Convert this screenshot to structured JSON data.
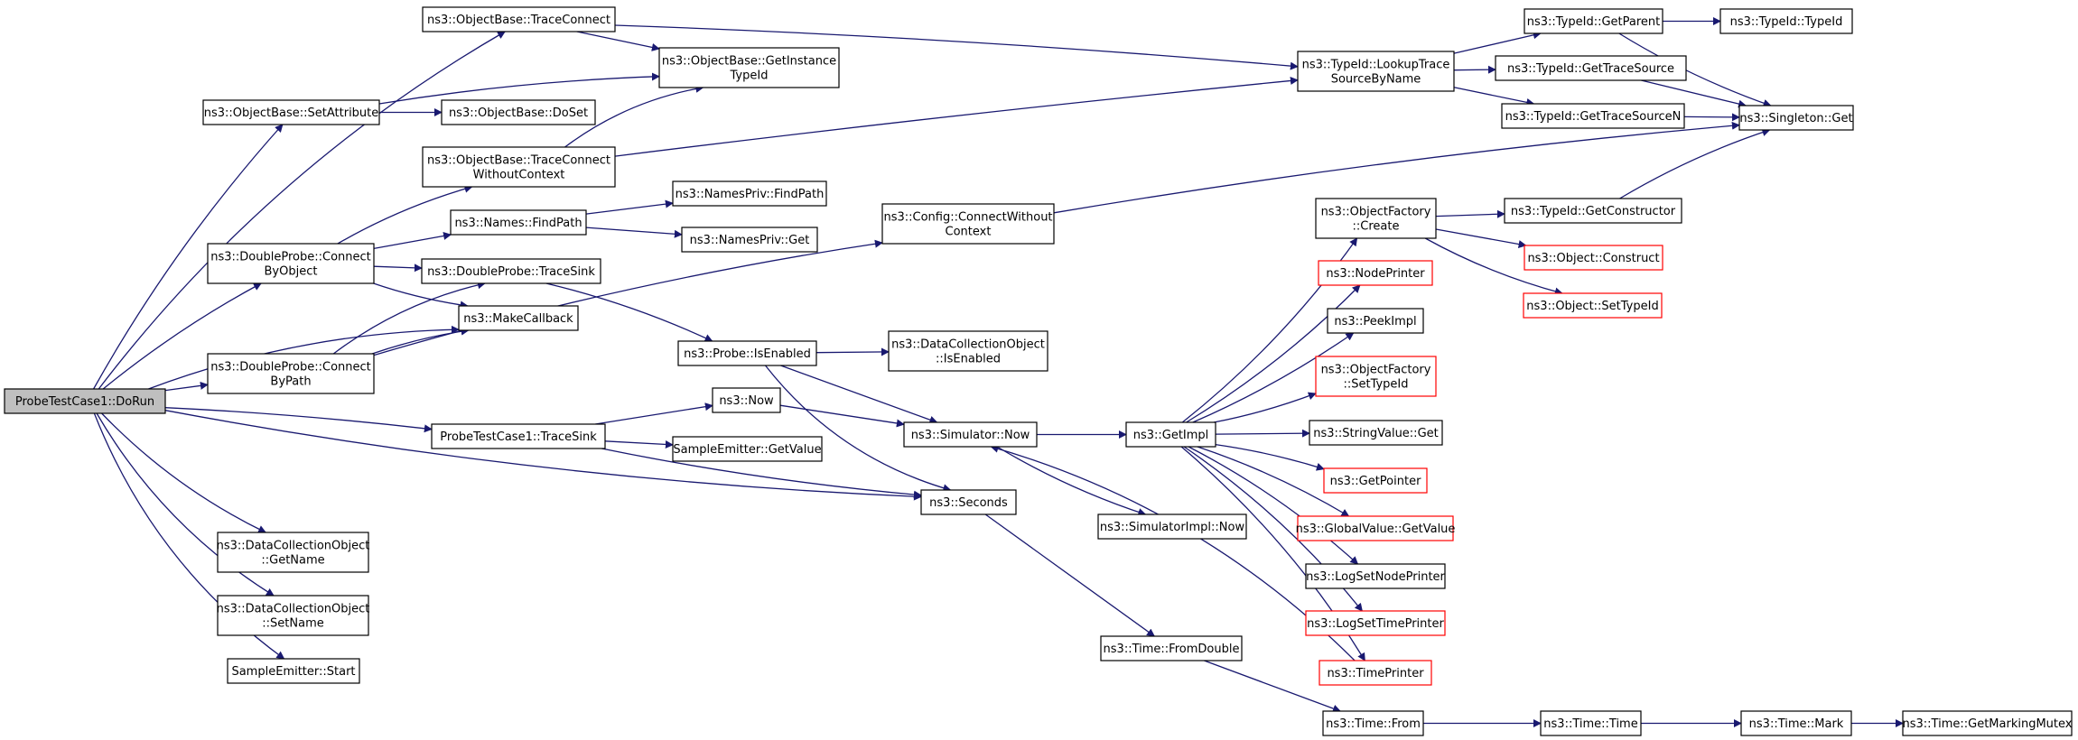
{
  "colors": {
    "edge": "#191970",
    "node_border": "#000000",
    "node_border_truncated": "#ff0000",
    "root_fill": "#bfbfbf",
    "node_fill": "#ffffff",
    "text": "#000000"
  },
  "nodes": [
    {
      "id": "root",
      "lines": [
        "ProbeTestCase1::DoRun"
      ],
      "style": "root"
    },
    {
      "id": "ob_traceconnect",
      "lines": [
        "ns3::ObjectBase::TraceConnect"
      ],
      "style": "normal"
    },
    {
      "id": "ob_getinstancetypeid",
      "lines": [
        "ns3::ObjectBase::GetInstance",
        "TypeId"
      ],
      "style": "normal"
    },
    {
      "id": "ob_setattribute",
      "lines": [
        "ns3::ObjectBase::SetAttribute"
      ],
      "style": "normal"
    },
    {
      "id": "ob_doset",
      "lines": [
        "ns3::ObjectBase::DoSet"
      ],
      "style": "normal"
    },
    {
      "id": "ob_traceconnect_wc",
      "lines": [
        "ns3::ObjectBase::TraceConnect",
        "WithoutContext"
      ],
      "style": "normal"
    },
    {
      "id": "dp_connect_byobject",
      "lines": [
        "ns3::DoubleProbe::Connect",
        "ByObject"
      ],
      "style": "normal"
    },
    {
      "id": "names_findpath",
      "lines": [
        "ns3::Names::FindPath"
      ],
      "style": "normal"
    },
    {
      "id": "namespriv_findpath",
      "lines": [
        "ns3::NamesPriv::FindPath"
      ],
      "style": "normal"
    },
    {
      "id": "namespriv_get",
      "lines": [
        "ns3::NamesPriv::Get"
      ],
      "style": "normal"
    },
    {
      "id": "dp_tracesink",
      "lines": [
        "ns3::DoubleProbe::TraceSink"
      ],
      "style": "normal"
    },
    {
      "id": "makecallback",
      "lines": [
        "ns3::MakeCallback"
      ],
      "style": "normal"
    },
    {
      "id": "dp_connect_bypath",
      "lines": [
        "ns3::DoubleProbe::Connect",
        "ByPath"
      ],
      "style": "normal"
    },
    {
      "id": "config_connect_wc",
      "lines": [
        "ns3::Config::ConnectWithout",
        "Context"
      ],
      "style": "normal"
    },
    {
      "id": "probe_isenabled",
      "lines": [
        "ns3::Probe::IsEnabled"
      ],
      "style": "normal"
    },
    {
      "id": "dco_isenabled",
      "lines": [
        "ns3::DataCollectionObject",
        "::IsEnabled"
      ],
      "style": "normal"
    },
    {
      "id": "ns3_now",
      "lines": [
        "ns3::Now"
      ],
      "style": "normal"
    },
    {
      "id": "ptc_tracesink",
      "lines": [
        "ProbeTestCase1::TraceSink"
      ],
      "style": "normal"
    },
    {
      "id": "se_getvalue",
      "lines": [
        "SampleEmitter::GetValue"
      ],
      "style": "normal"
    },
    {
      "id": "sim_now",
      "lines": [
        "ns3::Simulator::Now"
      ],
      "style": "normal"
    },
    {
      "id": "seconds",
      "lines": [
        "ns3::Seconds"
      ],
      "style": "normal"
    },
    {
      "id": "dco_getname",
      "lines": [
        "ns3::DataCollectionObject",
        "::GetName"
      ],
      "style": "normal"
    },
    {
      "id": "dco_setname",
      "lines": [
        "ns3::DataCollectionObject",
        "::SetName"
      ],
      "style": "normal"
    },
    {
      "id": "se_start",
      "lines": [
        "SampleEmitter::Start"
      ],
      "style": "normal"
    },
    {
      "id": "simimpl_now",
      "lines": [
        "ns3::SimulatorImpl::Now"
      ],
      "style": "normal"
    },
    {
      "id": "time_fromdouble",
      "lines": [
        "ns3::Time::FromDouble"
      ],
      "style": "normal"
    },
    {
      "id": "time_from",
      "lines": [
        "ns3::Time::From"
      ],
      "style": "normal"
    },
    {
      "id": "time_time",
      "lines": [
        "ns3::Time::Time"
      ],
      "style": "normal"
    },
    {
      "id": "time_mark",
      "lines": [
        "ns3::Time::Mark"
      ],
      "style": "normal"
    },
    {
      "id": "time_getmarkingmutex",
      "lines": [
        "ns3::Time::GetMarkingMutex"
      ],
      "style": "normal"
    },
    {
      "id": "getimpl",
      "lines": [
        "ns3::GetImpl"
      ],
      "style": "normal"
    },
    {
      "id": "of_create",
      "lines": [
        "ns3::ObjectFactory",
        "::Create"
      ],
      "style": "normal"
    },
    {
      "id": "nodeprinter",
      "lines": [
        "ns3::NodePrinter"
      ],
      "style": "truncated"
    },
    {
      "id": "peekimpl",
      "lines": [
        "ns3::PeekImpl"
      ],
      "style": "normal"
    },
    {
      "id": "of_settypeid",
      "lines": [
        "ns3::ObjectFactory",
        "::SetTypeId"
      ],
      "style": "truncated"
    },
    {
      "id": "stringvalue_get",
      "lines": [
        "ns3::StringValue::Get"
      ],
      "style": "normal"
    },
    {
      "id": "getpointer",
      "lines": [
        "ns3::GetPointer"
      ],
      "style": "truncated"
    },
    {
      "id": "globalvalue_getvalue",
      "lines": [
        "ns3::GlobalValue::GetValue"
      ],
      "style": "truncated"
    },
    {
      "id": "logsetnodeprinter",
      "lines": [
        "ns3::LogSetNodePrinter"
      ],
      "style": "normal"
    },
    {
      "id": "logsettimeprinter",
      "lines": [
        "ns3::LogSetTimePrinter"
      ],
      "style": "truncated"
    },
    {
      "id": "timeprinter",
      "lines": [
        "ns3::TimePrinter"
      ],
      "style": "truncated"
    },
    {
      "id": "typeid_lookuptrace",
      "lines": [
        "ns3::TypeId::LookupTrace",
        "SourceByName"
      ],
      "style": "normal"
    },
    {
      "id": "typeid_getparent",
      "lines": [
        "ns3::TypeId::GetParent"
      ],
      "style": "normal"
    },
    {
      "id": "typeid_typeid",
      "lines": [
        "ns3::TypeId::TypeId"
      ],
      "style": "normal"
    },
    {
      "id": "typeid_gettracesource",
      "lines": [
        "ns3::TypeId::GetTraceSource"
      ],
      "style": "normal"
    },
    {
      "id": "typeid_gettracesourcen",
      "lines": [
        "ns3::TypeId::GetTraceSourceN"
      ],
      "style": "normal"
    },
    {
      "id": "singleton_get",
      "lines": [
        "ns3::Singleton::Get"
      ],
      "style": "normal"
    },
    {
      "id": "typeid_getconstructor",
      "lines": [
        "ns3::TypeId::GetConstructor"
      ],
      "style": "normal"
    },
    {
      "id": "object_construct",
      "lines": [
        "ns3::Object::Construct"
      ],
      "style": "truncated"
    },
    {
      "id": "object_settypeid",
      "lines": [
        "ns3::Object::SetTypeId"
      ],
      "style": "truncated"
    }
  ]
}
